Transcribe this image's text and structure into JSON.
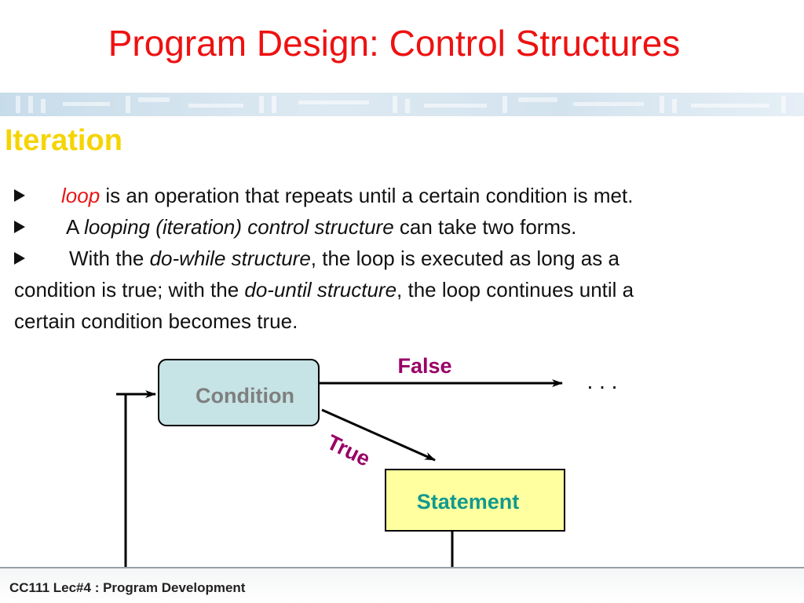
{
  "slide": {
    "title": "Program Design: Control Structures",
    "section_title": "Iteration"
  },
  "bullets": {
    "b1_em": "loop",
    "b1_rest": " is an operation that repeats until a certain condition is met.",
    "b2_pre": "A ",
    "b2_em": "looping (iteration) control structure",
    "b2_rest": " can take two forms.",
    "b3_pre": "With the ",
    "b3_em1": "do-while structure",
    "b3_mid1": ", the loop is executed as long as a",
    "b3_mid2": "condition is true; with the ",
    "b3_em2": "do-until structure",
    "b3_mid3": ", the loop continues until a",
    "b3_end": "certain condition becomes true."
  },
  "diagram": {
    "condition_label": "Condition",
    "statement_label": "Statement",
    "false_label": "False",
    "true_label": "True",
    "ellipsis": ". . ."
  },
  "colors": {
    "title": "#ee1111",
    "section": "#f5d400",
    "condition_fill": "#c6e3e5",
    "statement_fill": "#ffffa0",
    "branch_label": "#990066",
    "statement_text": "#11998e",
    "condition_text": "#7f7f7f"
  },
  "footer": {
    "text": "CC111 Lec#4 : Program Development"
  }
}
